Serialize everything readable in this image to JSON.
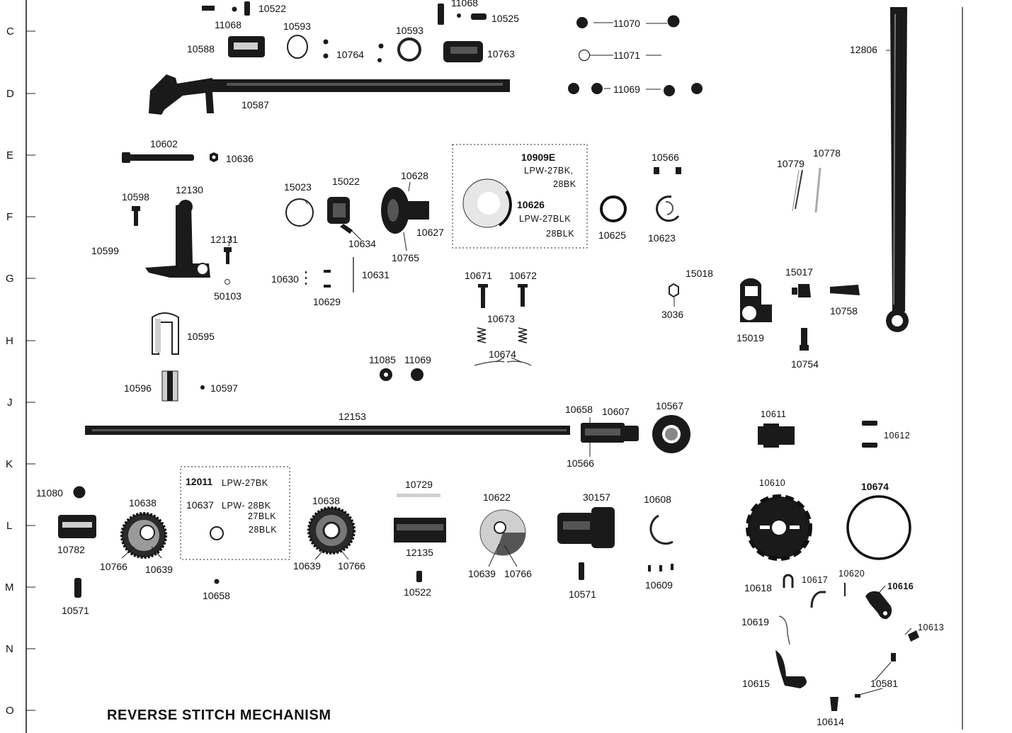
{
  "title": "REVERSE STITCH MECHANISM",
  "row_letters": [
    "C",
    "D",
    "E",
    "F",
    "G",
    "H",
    "J",
    "K",
    "L",
    "M",
    "N",
    "O"
  ],
  "parts": {
    "p10522a": "10522",
    "p11068a": "11068",
    "p11068b": "11068",
    "p10525": "10525",
    "p10593a": "10593",
    "p10593b": "10593",
    "p10588": "10588",
    "p10764": "10764",
    "p10763": "10763",
    "p11070": "11070",
    "p11071": "11071",
    "p11069a": "11069",
    "p10587": "10587",
    "p12806": "12806",
    "p10602": "10602",
    "p10636": "10636",
    "p10909e": "10909E",
    "p10566a": "10566",
    "p10779": "10779",
    "p10778": "10778",
    "p10598": "10598",
    "p12130": "12130",
    "p15023": "15023",
    "p15022": "15022",
    "p10628": "10628",
    "p10626": "10626",
    "p10625": "10625",
    "p10623": "10623",
    "p10627": "10627",
    "p10634": "10634",
    "p10765": "10765",
    "p10599": "10599",
    "p12131": "12131",
    "p50103": "50103",
    "p10630": "10630",
    "p10631": "10631",
    "p10629": "10629",
    "p10671": "10671",
    "p10672": "10672",
    "p15018": "15018",
    "p15017": "15017",
    "p3036": "3036",
    "p10758": "10758",
    "p10673": "10673",
    "p15019": "15019",
    "p10595": "10595",
    "p10674": "10674",
    "p10754": "10754",
    "p11085": "11085",
    "p11069b": "11069",
    "p10596": "10596",
    "p10597": "10597",
    "p12153": "12153",
    "p10658a": "10658",
    "p10607": "10607",
    "p10567": "10567",
    "p10611": "10611",
    "p10612": "10612",
    "p10566b": "10566",
    "p12011": "12011",
    "p10610": "10610",
    "p10674b": "10674",
    "p11080": "11080",
    "p10729": "10729",
    "p10638a": "10638",
    "p10637": "10637",
    "p10638b": "10638",
    "p10622": "10622",
    "p30157": "30157",
    "p10608": "10608",
    "p10782": "10782",
    "p12135": "12135",
    "p10766a": "10766",
    "p10639a": "10639",
    "p10639b": "10639",
    "p10766b": "10766",
    "p10639c": "10639",
    "p10766c": "10766",
    "p10620": "10620",
    "p10618": "10618",
    "p10617": "10617",
    "p10616": "10616",
    "p10609": "10609",
    "p10522b": "10522",
    "p10658b": "10658",
    "p10571a": "10571",
    "p10571b": "10571",
    "p10619": "10619",
    "p10613": "10613",
    "p10615": "10615",
    "p10581": "10581",
    "p10614": "10614"
  },
  "model_notes": {
    "n10909e_a": "LPW-27BK,",
    "n10909e_b": "28BK",
    "n10626_a": "LPW-27BLK",
    "n10626_b": "28BLK",
    "n12011": "LPW-27BK",
    "n10637_a": "LPW- 28BK",
    "n10637_b": "27BLK",
    "n10637_c": "28BLK"
  }
}
